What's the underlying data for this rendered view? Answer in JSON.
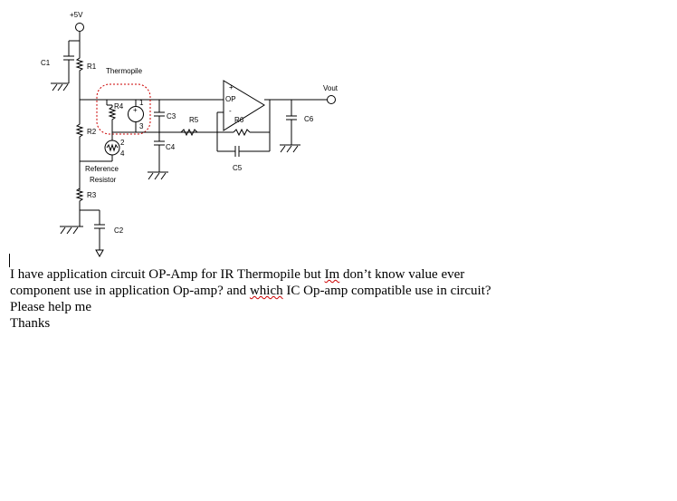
{
  "schematic": {
    "labels": {
      "vcc": "+5V",
      "c1": "C1",
      "r1": "R1",
      "thermopile": "Thermopile",
      "r4": "R4",
      "pin_a": "1",
      "pin_b": "3",
      "pin_c": "2",
      "pin_d": "4",
      "c3": "C3",
      "r5": "R5",
      "r6": "R6",
      "op": "OP",
      "op_plus": "+",
      "op_minus": "-",
      "c6": "C6",
      "vout": "Vout",
      "r2": "R2",
      "c4": "C4",
      "c5": "C5",
      "ref_line1": "Reference",
      "ref_line2": "Resistor",
      "r3": "R3",
      "c2": "C2"
    }
  },
  "message": {
    "l1_a": "I have application circuit OP-Amp for IR Thermopile but ",
    "l1_im": "Im",
    "l1_b": " don’t know value ever",
    "l2_a": "component use in application Op-amp? and ",
    "l2_which": "which",
    "l2_b": " IC Op-amp compatible use in circuit?",
    "l3": "Please help me",
    "l4": "Thanks"
  },
  "colors": {
    "highlight": "#cc0000",
    "ink": "#000000"
  }
}
